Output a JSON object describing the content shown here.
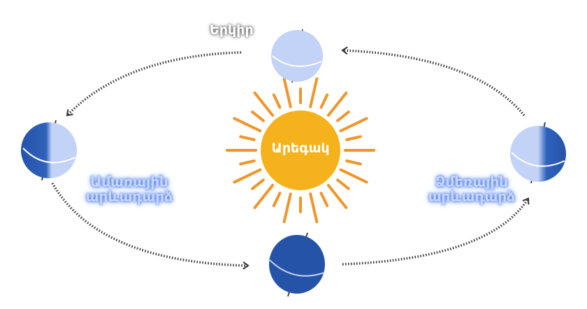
{
  "labels": {
    "earth": "Երկիր",
    "sun": "Արեգակ",
    "summer_solstice": "Ամառային արևադարձ",
    "winter_solstice": "Ձմեռային արևադարձ"
  },
  "colors": {
    "sun": "#f6b21c",
    "rays": "#f0952a",
    "earth_light": "#c3d2f7",
    "earth_dark": "#2553a8",
    "orbit": "#333333"
  }
}
